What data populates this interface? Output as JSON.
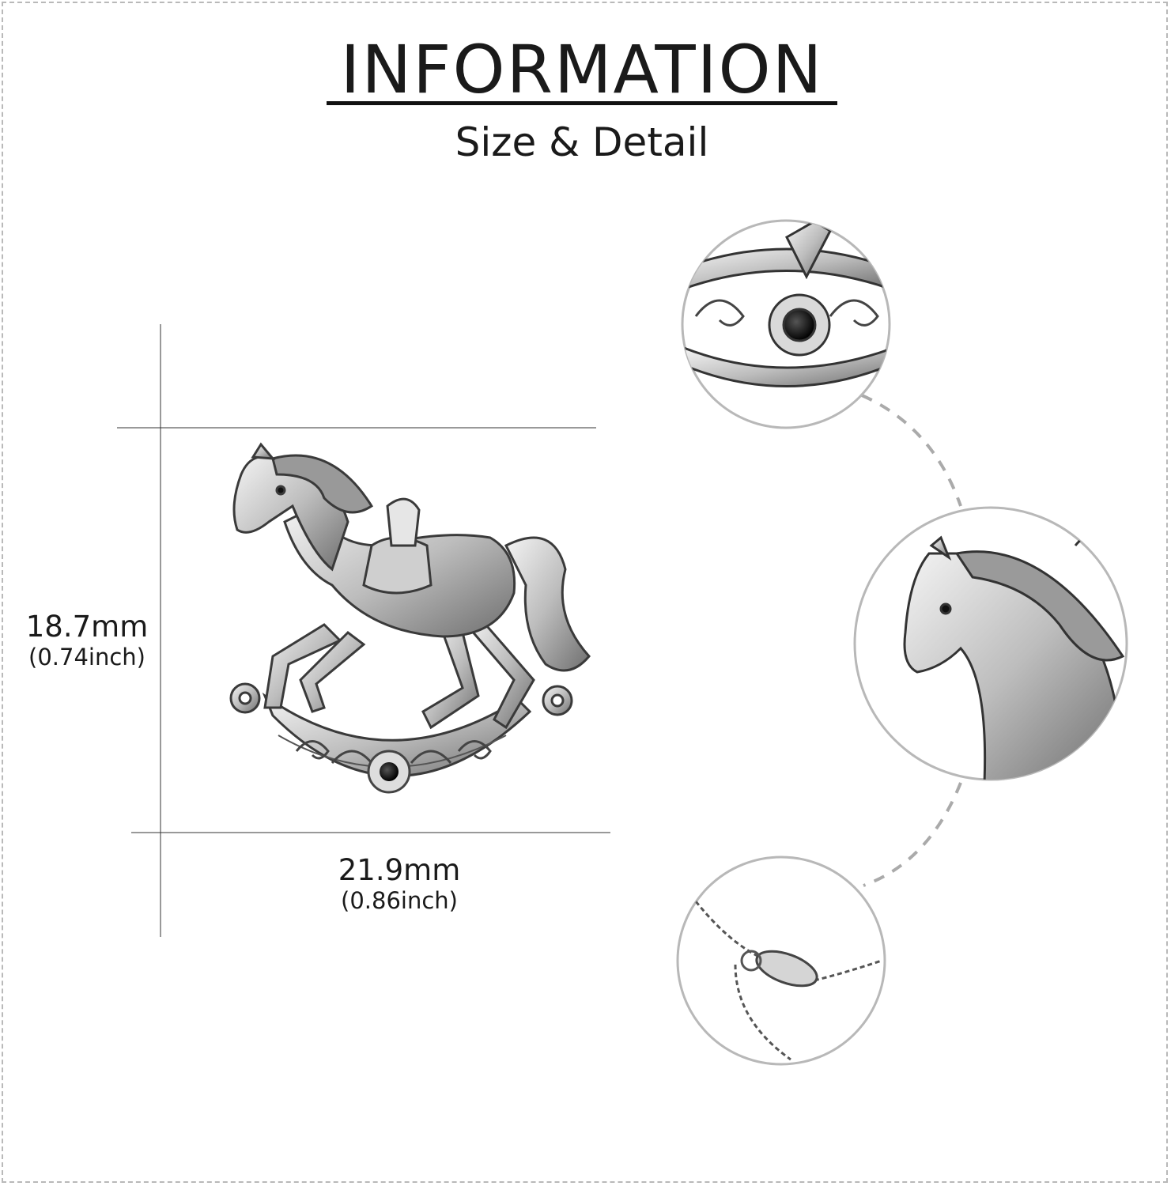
{
  "header": {
    "title": "INFORMATION",
    "subtitle": "Size & Detail"
  },
  "dimensions": {
    "height": {
      "mm": "18.7mm",
      "inch": "(0.74inch)"
    },
    "width": {
      "mm": "21.9mm",
      "inch": "(0.86inch)"
    }
  },
  "details": {
    "items": [
      "gemstone-flower-detail",
      "horse-head-detail",
      "chain-clasp-detail"
    ]
  },
  "colors": {
    "frame": "#b9b9b9",
    "silver": "#c9c9c9",
    "stone": "#111111"
  }
}
